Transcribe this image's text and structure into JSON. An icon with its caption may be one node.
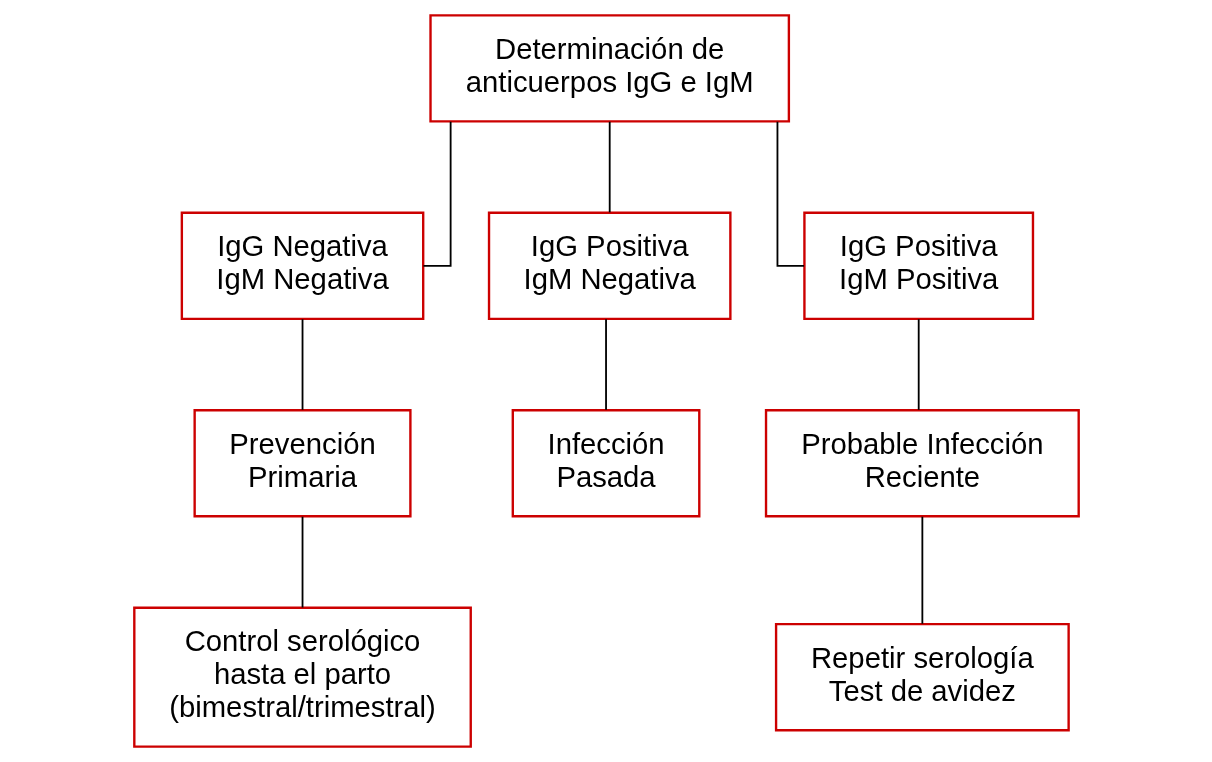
{
  "diagram": {
    "nodes": [
      {
        "text": [
          "Determinación de anticuerpos IgG e IgM"
        ]
      },
      {
        "text": [
          "IgG Negativa IgM Negativa"
        ]
      },
      {
        "text": [
          "IgG Positiva IgM Negativa"
        ]
      },
      {
        "text": [
          "IgG Positiva IgM Positiva"
        ]
      },
      {
        "text": [
          "Prevención Primaria"
        ]
      },
      {
        "text": [
          "Infección Pasada"
        ]
      },
      {
        "text": [
          "Probable Infección Reciente"
        ]
      },
      {
        "text": [
          "Control serológico hasta el parto (bimestral/trimestral)"
        ]
      },
      {
        "text": [
          "Repetir serología Test de avidez"
        ]
      }
    ],
    "edges": [
      {
        "from": 0,
        "to": 1,
        "arrow": "none"
      },
      {
        "from": 0,
        "to": 2,
        "arrow": "none"
      },
      {
        "from": 0,
        "to": 3,
        "arrow": "none"
      },
      {
        "from": 1,
        "to": 4,
        "arrow": "none"
      },
      {
        "from": 2,
        "to": 5,
        "arrow": "none"
      },
      {
        "from": 3,
        "to": 6,
        "arrow": "none"
      },
      {
        "from": 4,
        "to": 7,
        "arrow": "none"
      },
      {
        "from": 6,
        "to": 8,
        "arrow": "none"
      }
    ]
  }
}
